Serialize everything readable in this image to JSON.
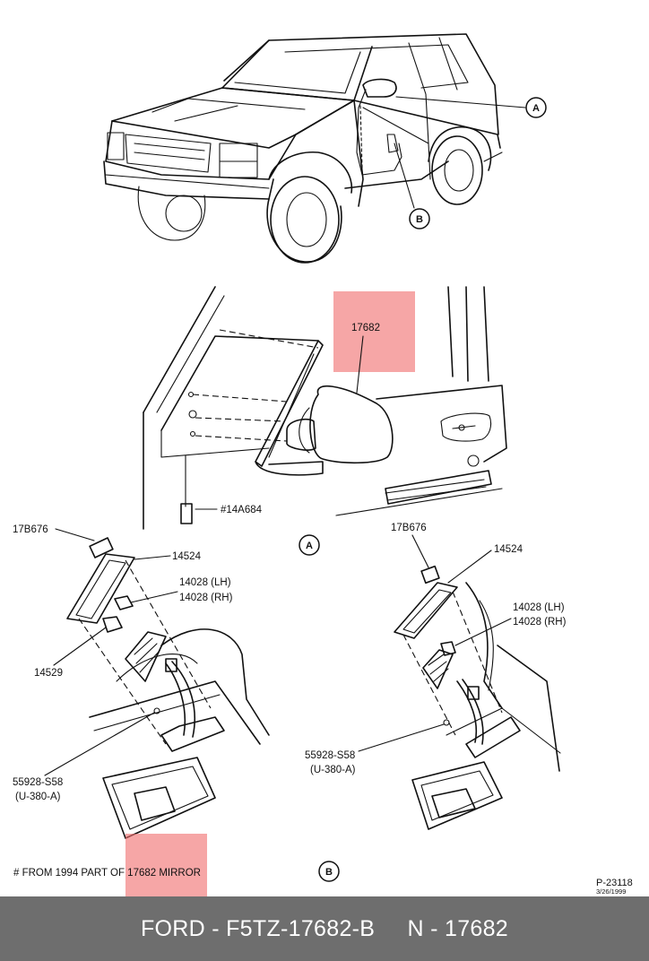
{
  "diagram": {
    "callouts": {
      "a": "A",
      "b": "B",
      "view_a": "A",
      "view_b": "B"
    },
    "labels": {
      "mirror": "17682",
      "harness": "#14A684",
      "left_17b676": "17B676",
      "left_14524": "14524",
      "left_14028_lh": "14028 (LH)",
      "left_14028_rh": "14028 (RH)",
      "left_14529": "14529",
      "left_screw": "55928-S58",
      "left_screw_code": "(U-380-A)",
      "right_17b676": "17B676",
      "right_14524": "14524",
      "right_14028_lh": "14028 (LH)",
      "right_14028_rh": "14028 (RH)",
      "right_screw": "55928-S58",
      "right_screw_code": "(U-380-A)"
    },
    "footnote": "# FROM 1994 PART OF 17682 MIRROR",
    "ref_code": "P-23118",
    "ref_date": "3/26/1999",
    "highlight_color": "#f06f6f"
  },
  "footer": {
    "part_number": "FORD - F5TZ-17682-B",
    "ref_number": "N - 17682"
  }
}
